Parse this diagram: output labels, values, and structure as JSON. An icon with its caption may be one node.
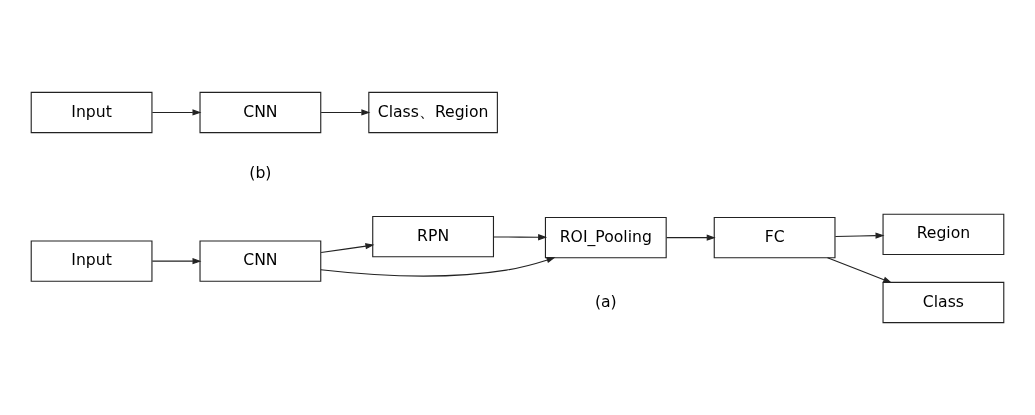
{
  "diagram": {
    "nodes": [
      {
        "text": [
          "Input"
        ]
      },
      {
        "text": [
          "CNN"
        ]
      },
      {
        "text": [
          "ROI_Pooling"
        ]
      },
      {
        "text": [
          "FC"
        ]
      },
      {
        "text": [
          "Class"
        ]
      },
      {
        "text": [
          "Region"
        ]
      },
      {
        "text": [
          "RPN"
        ]
      },
      {
        "text": [
          "Input"
        ]
      },
      {
        "text": [
          "CNN"
        ]
      },
      {
        "text": [
          "Class、Region"
        ]
      }
    ],
    "edges": [
      {
        "from": 0,
        "to": 1,
        "arrow": "to"
      },
      {
        "from": 1,
        "to": 2,
        "arrow": "to"
      },
      {
        "from": 1,
        "to": 6,
        "arrow": "to"
      },
      {
        "from": 6,
        "to": 2,
        "arrow": "to"
      },
      {
        "from": 2,
        "to": 3,
        "arrow": "to"
      },
      {
        "from": 3,
        "to": 4,
        "arrow": "to"
      },
      {
        "from": 3,
        "to": 5,
        "arrow": "to"
      },
      {
        "from": 7,
        "to": 8,
        "arrow": "to"
      },
      {
        "from": 8,
        "to": 9,
        "arrow": "to"
      }
    ],
    "labels": [
      "(a)",
      "(b)"
    ]
  }
}
